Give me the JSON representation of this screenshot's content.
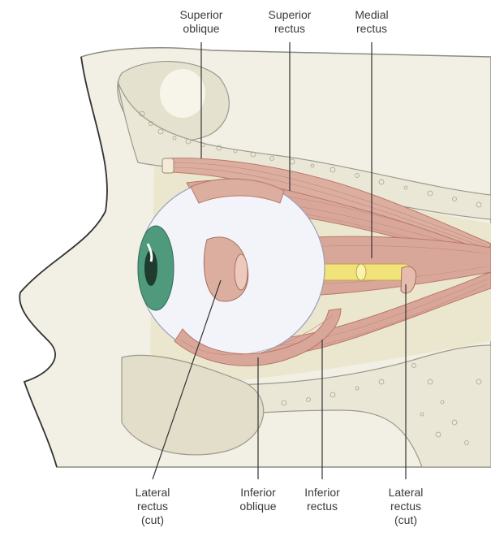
{
  "labels": {
    "superior_oblique": {
      "line1": "Superior",
      "line2": "oblique"
    },
    "superior_rectus": {
      "line1": "Superior",
      "line2": "rectus"
    },
    "medial_rectus": {
      "line1": "Medial",
      "line2": "rectus"
    },
    "lateral_rectus_cut_front": {
      "line1": "Lateral",
      "line2": "rectus",
      "line3": "(cut)"
    },
    "inferior_oblique": {
      "line1": "Inferior",
      "line2": "oblique"
    },
    "inferior_rectus": {
      "line1": "Inferior",
      "line2": "rectus"
    },
    "lateral_rectus_cut_back": {
      "line1": "Lateral",
      "line2": "rectus",
      "line3": "(cut)"
    }
  },
  "colors": {
    "bone": "#efece0",
    "bone_outline": "#9a9a8c",
    "orbit_floor": "#e6e3c8",
    "muscle": "#d9a79a",
    "muscle_dark": "#b9786a",
    "eyeball": "#f2f4fa",
    "iris": "#4f9a7c",
    "optic_nerve": "#f2e27a",
    "leader_line": "#333333"
  }
}
